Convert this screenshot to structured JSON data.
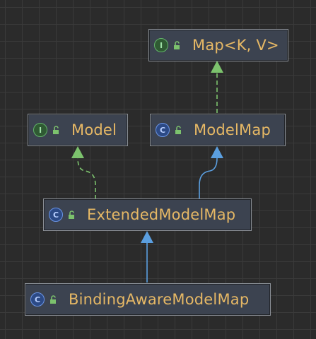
{
  "diagram": {
    "nodes": [
      {
        "id": "map",
        "name": "Map<K, V>",
        "kind": "interface",
        "kind_letter": "I",
        "visibility": "public"
      },
      {
        "id": "model",
        "name": "Model",
        "kind": "interface",
        "kind_letter": "I",
        "visibility": "public"
      },
      {
        "id": "modelmap",
        "name": "ModelMap",
        "kind": "class",
        "kind_letter": "C",
        "visibility": "public"
      },
      {
        "id": "extendedmodelmap",
        "name": "ExtendedModelMap",
        "kind": "class",
        "kind_letter": "C",
        "visibility": "public"
      },
      {
        "id": "bindingawaremodelmap",
        "name": "BindingAwareModelMap",
        "kind": "class",
        "kind_letter": "C",
        "visibility": "public"
      }
    ],
    "edges": [
      {
        "from": "modelmap",
        "to": "map",
        "type": "implements"
      },
      {
        "from": "extendedmodelmap",
        "to": "model",
        "type": "implements"
      },
      {
        "from": "extendedmodelmap",
        "to": "modelmap",
        "type": "extends"
      },
      {
        "from": "bindingawaremodelmap",
        "to": "extendedmodelmap",
        "type": "extends"
      }
    ],
    "colors": {
      "background": "#2b2b2b",
      "node_fill": "#3c4350",
      "label": "#e6b865",
      "implements_edge": "#7cc26d",
      "extends_edge": "#5b9fe0"
    }
  }
}
